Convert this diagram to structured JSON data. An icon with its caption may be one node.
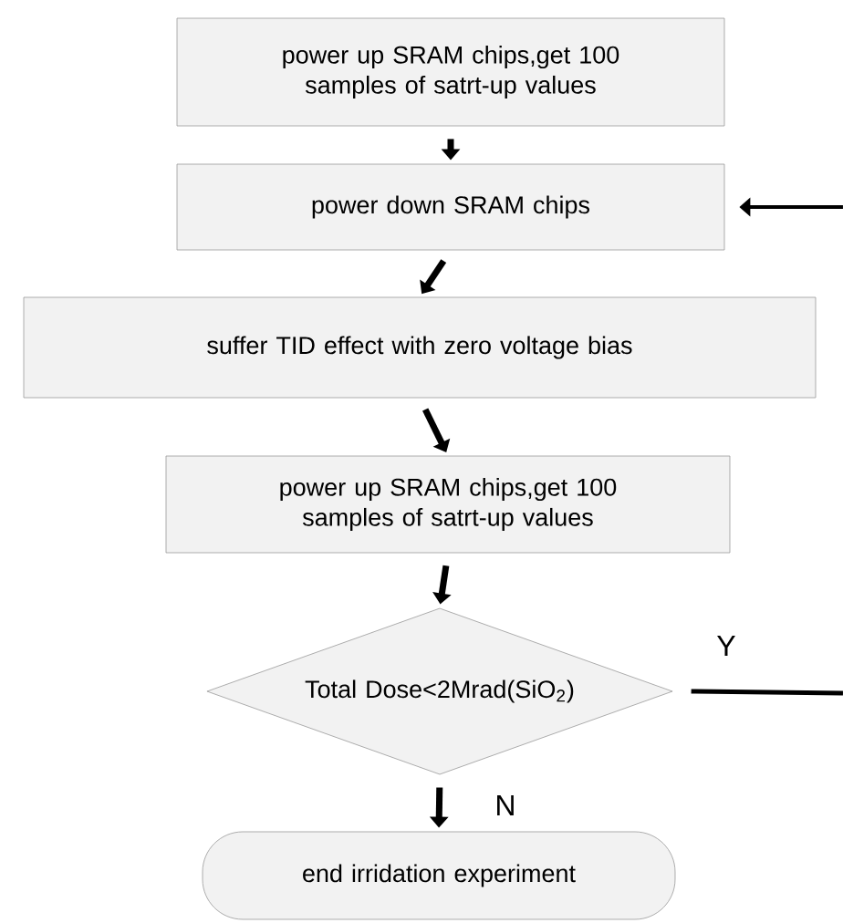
{
  "diagram": {
    "nodes": [
      {
        "text": [
          "power up SRAM chips,get 100 samples of satrt-up values"
        ]
      },
      {
        "text": [
          "power down SRAM chips"
        ]
      },
      {
        "text": [
          "suffer TID effect with zero voltage bias"
        ]
      },
      {
        "text": [
          "power up SRAM chips,get 100 samples of satrt-up values"
        ]
      },
      {
        "text": [
          "Total Dose<2Mrad(SiO$_{2}$)"
        ]
      },
      {
        "text": [
          "end irridation experiment"
        ]
      }
    ],
    "edges": [
      {
        "from": 0,
        "to": 1,
        "arrow": "to"
      },
      {
        "from": 1,
        "to": 2,
        "arrow": "to"
      },
      {
        "from": 2,
        "to": 3,
        "arrow": "to"
      },
      {
        "from": 3,
        "to": 4,
        "arrow": "to"
      },
      {
        "from": 4,
        "to": 5,
        "arrow": "to",
        "label": "N"
      },
      {
        "from": 4,
        "to": null,
        "arrow": "none",
        "label": "Y"
      },
      {
        "from": null,
        "to": 1,
        "arrow": "to"
      }
    ]
  }
}
